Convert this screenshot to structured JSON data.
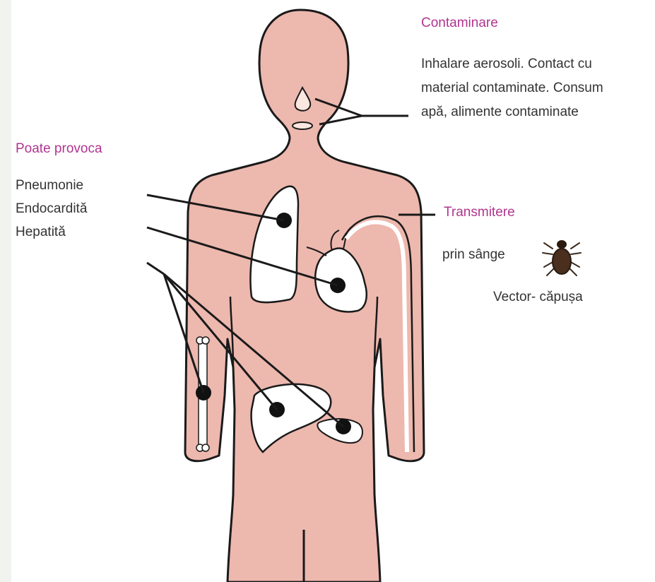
{
  "contamination": {
    "heading": "Contaminare",
    "lines": [
      "Inhalare aerosoli. Contact cu",
      "material contaminate. Consum",
      "apă, alimente contaminate"
    ]
  },
  "conditions": {
    "heading": "Poate provoca",
    "items": [
      "Pneumonie",
      "Endocardită",
      "Hepatită"
    ]
  },
  "transmission": {
    "heading": "Transmitere",
    "route": "prin sânge",
    "vector": "Vector- căpușa",
    "vector_icon": "tick-icon"
  },
  "colors": {
    "body_fill": "#edb8ae",
    "outline": "#1a1a1a",
    "label_accent": "#b0358f",
    "organ_fill": "#ffffff"
  }
}
